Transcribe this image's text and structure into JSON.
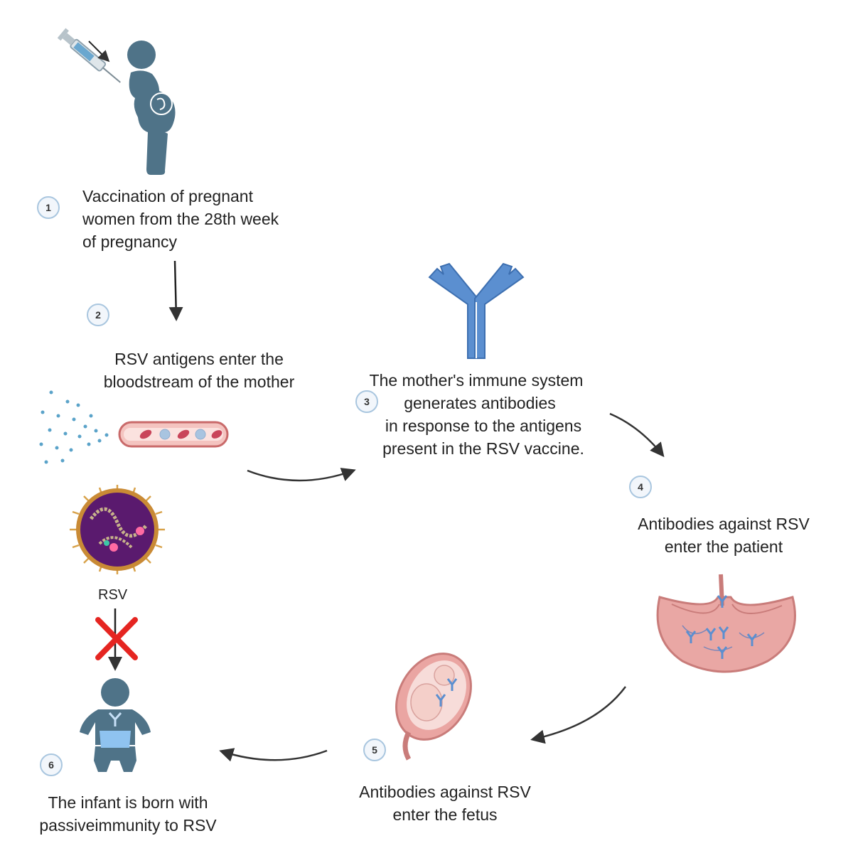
{
  "steps": [
    {
      "number": "1",
      "text": "Vaccination of pregnant women from the 28th week of pregnancy",
      "lines": [
        "Vaccination of pregnant",
        "women from the 28th week",
        "of pregnancy"
      ]
    },
    {
      "number": "2",
      "text": "RSV antigens enter the bloodstream of the mother",
      "lines": [
        "RSV antigens enter the",
        "bloodstream of the mother"
      ]
    },
    {
      "number": "3",
      "text": "The mother's immune system generates antibodies in response to the antigens present in the RSV vaccine.",
      "lines": [
        "The mother's immune system",
        "generates antibodies",
        "in response to the antigens",
        "present in the RSV vaccine."
      ]
    },
    {
      "number": "4",
      "text": "Antibodies against RSV enter the patient",
      "lines": [
        "Antibodies against RSV",
        "enter the patient"
      ]
    },
    {
      "number": "5",
      "text": "Antibodies against RSV enter the fetus",
      "lines": [
        "Antibodies against RSV",
        "enter the fetus"
      ]
    },
    {
      "number": "6",
      "text": "The infant is born with passiveimmunity to RSV",
      "lines": [
        "The infant is born with",
        "passiveimmunity to RSV"
      ]
    }
  ],
  "virus_label": "RSV",
  "colors": {
    "figure": "#4f7388",
    "antibody": "#5b8fd0",
    "antibody_dark": "#3d6fb0",
    "arrow": "#333333",
    "cross": "#e52521",
    "tissue": "#e9a7a4",
    "blood_cell": "#c9455a",
    "virus": "#5a1a6e"
  },
  "icons": [
    "syringe-icon",
    "pregnant-woman-icon",
    "antibody-icon",
    "bloodstream-icon",
    "virus-icon",
    "placenta-icon",
    "uterus-fetus-icon",
    "infant-icon",
    "cross-icon"
  ]
}
